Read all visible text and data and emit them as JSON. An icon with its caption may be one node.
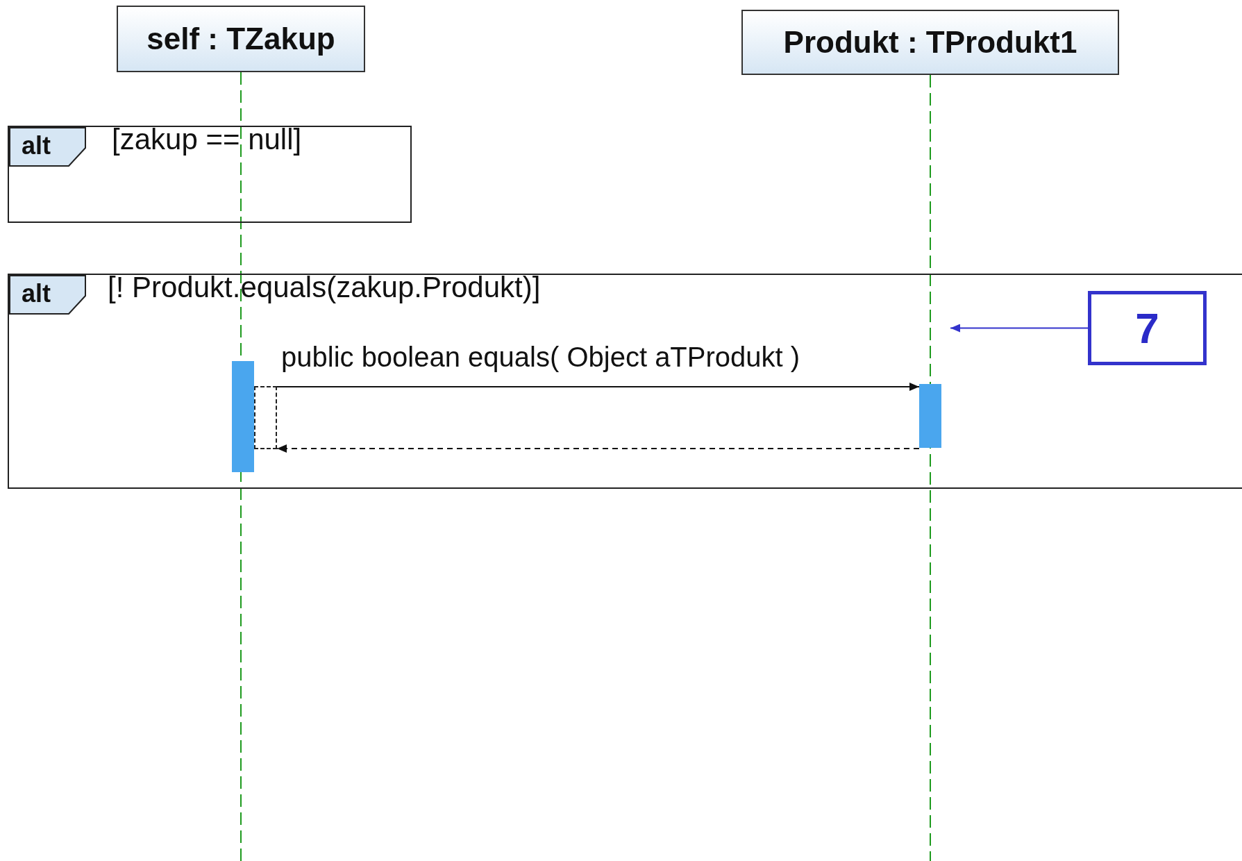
{
  "diagram": {
    "nodes": [
      {
        "text": [
          "self : TZakup"
        ]
      },
      {
        "text": [
          "Produkt : TProdukt1"
        ]
      },
      {
        "text": [
          "alt",
          "[zakup == null]"
        ]
      },
      {
        "text": [
          "alt",
          "[! Produkt.equals(zakup.Produkt)]"
        ]
      },
      {
        "text": [],
        "shape": "bar",
        "in": 3
      },
      {
        "text": [],
        "shape": "box",
        "in": 3
      },
      {
        "text": [],
        "shape": "bar",
        "in": 3
      },
      {
        "text": [
          "7"
        ],
        "in": 3
      }
    ],
    "edges": [
      {
        "from": 0,
        "to": null,
        "arrow": "none",
        "style": "dashed",
        "color": "#1e9a1e"
      },
      {
        "from": 1,
        "to": null,
        "arrow": "none",
        "style": "dashed",
        "color": "#1e9a1e"
      },
      {
        "from": 5,
        "to": 6,
        "arrow": "to",
        "label": "public boolean  equals( Object aTProdukt )",
        "color": "#111111"
      },
      {
        "from": 6,
        "to": 5,
        "arrow": "to",
        "style": "dashed",
        "color": "#111111"
      },
      {
        "from": 7,
        "to": null,
        "arrow": "to",
        "color": "#3333cc"
      }
    ]
  }
}
